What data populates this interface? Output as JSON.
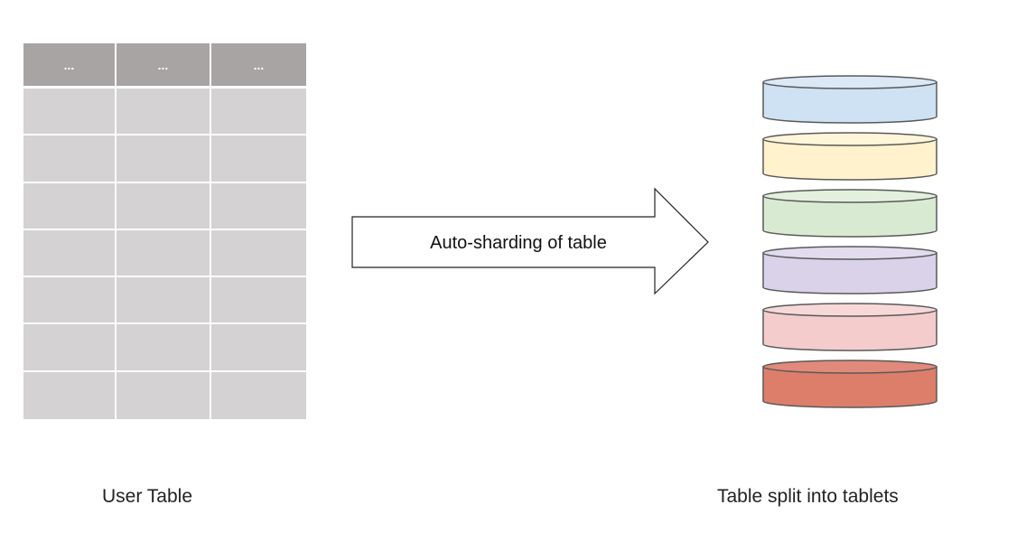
{
  "table": {
    "header_cells": [
      "...",
      "...",
      "..."
    ],
    "body_rows": 7,
    "caption": "User Table"
  },
  "arrow": {
    "label": "Auto-sharding of table"
  },
  "tablets": {
    "caption": "Table split into tablets",
    "colors": [
      {
        "body": "#cfe2f3",
        "top": "#dbe9f7"
      },
      {
        "body": "#fff2cc",
        "top": "#fff6da"
      },
      {
        "body": "#d9ead3",
        "top": "#e3f0de"
      },
      {
        "body": "#d9d2e9",
        "top": "#e2dcef"
      },
      {
        "body": "#f4cccc",
        "top": "#f7d8d8"
      },
      {
        "body": "#dd7e6b",
        "top": "#e1897a"
      }
    ],
    "outline_color": "#595959"
  }
}
